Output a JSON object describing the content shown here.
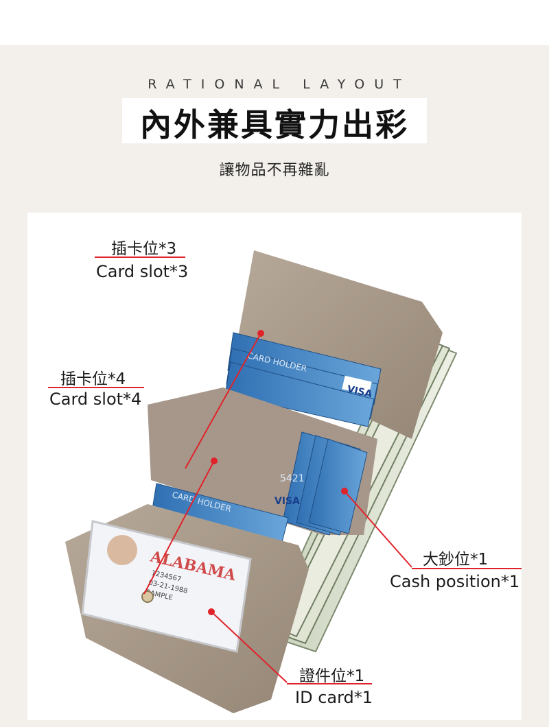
{
  "header": {
    "subtitle_en": "RATIONAL LAYOUT",
    "title_zh": "內外兼具實力出彩",
    "tagline_zh": "讓物品不再雜亂"
  },
  "callouts": {
    "card_slot_3": {
      "zh": "插卡位*3",
      "en": "Card slot*3"
    },
    "card_slot_4": {
      "zh": "插卡位*4",
      "en": "Card slot*4"
    },
    "cash": {
      "zh": "大鈔位*1",
      "en": "Cash position*1"
    },
    "id_card": {
      "zh": "證件位*1",
      "en": "ID card*1"
    }
  },
  "photo_text": {
    "card_holder_1": "CARD HOLDER",
    "card_holder_2": "CARD HOLDER",
    "visa": "VISA",
    "card_number": "5421",
    "id_state": "ALABAMA",
    "id_line_1": "1234567",
    "id_line_2": "03-21-1988",
    "id_line_3": "SAMPLE"
  },
  "colors": {
    "accent_line": "#e0232b",
    "leather": "#a8998a",
    "card_blue": "#3d7fc0"
  }
}
